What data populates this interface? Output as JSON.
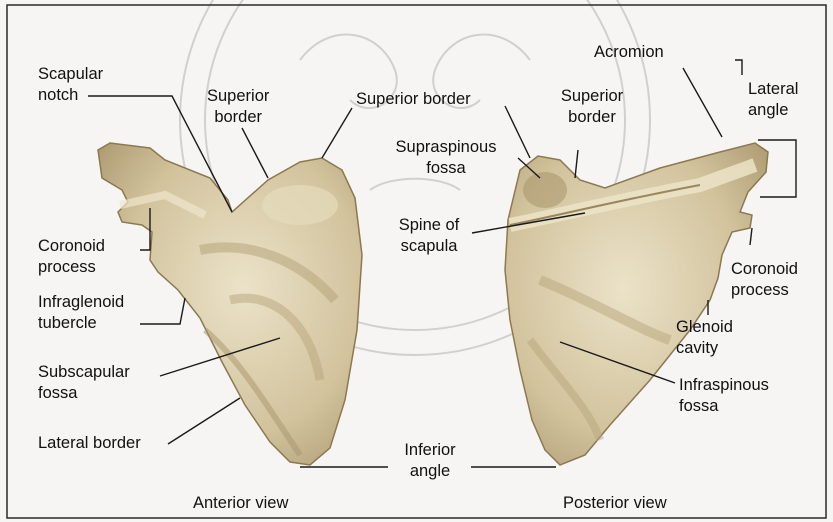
{
  "diagram": {
    "views": {
      "anterior": "Anterior view",
      "posterior": "Posterior view"
    },
    "labels": {
      "scapular_notch": [
        "Scapular",
        "notch"
      ],
      "superior_border_left": [
        "Superior",
        "border"
      ],
      "superior_border_center": "Superior border",
      "coronoid_left": [
        "Coronoid",
        "process"
      ],
      "infraglenoid": [
        "Infraglenoid",
        "tubercle"
      ],
      "subscapular": [
        "Subscapular",
        "fossa"
      ],
      "lateral_border": "Lateral border",
      "inferior_angle": [
        "Inferior",
        "angle"
      ],
      "supraspinous": [
        "Supraspinous",
        "fossa"
      ],
      "spine": [
        "Spine of",
        "scapula"
      ],
      "superior_border_right": [
        "Superior",
        "border"
      ],
      "acromion": "Acromion",
      "lateral_angle": [
        "Lateral",
        "angle"
      ],
      "coronoid_right": [
        "Coronoid",
        "process"
      ],
      "glenoid": [
        "Glenoid",
        "cavity"
      ],
      "infraspinous": [
        "Infraspinous",
        "fossa"
      ]
    }
  },
  "colors": {
    "bone_fill": "#d2c39d",
    "bone_dark": "#a8946a",
    "bone_light": "#ebe2c8",
    "leader": "#1a1a1a",
    "frame": "#2a2a2a",
    "watermark": "#bdbdbd"
  }
}
